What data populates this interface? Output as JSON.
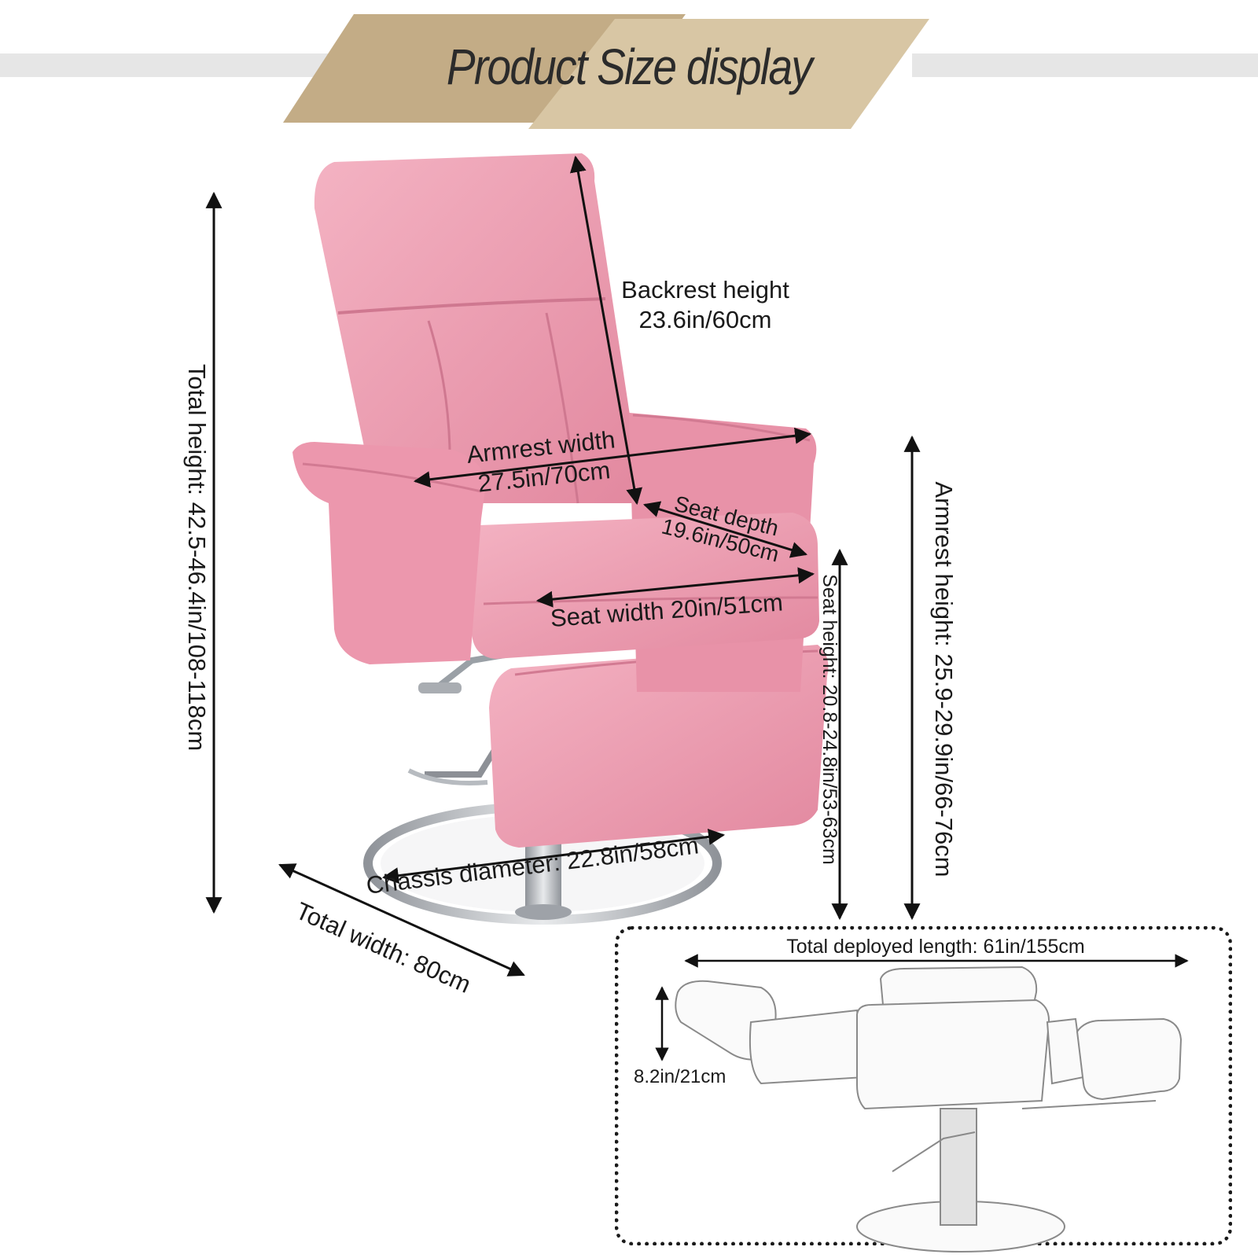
{
  "banner": {
    "title": "Product Size display",
    "colors": {
      "dark": "#c3ac86",
      "light": "#d8c6a4",
      "band": "#e6e6e6"
    }
  },
  "product": {
    "upholstery_color": "#ee9db1",
    "metal_color": "#b9bcc1"
  },
  "dimensions": {
    "backrest_height": {
      "label": "Backrest height",
      "value": "23.6in/60cm"
    },
    "total_height": "Total height: 42.5-46.4in/108-118cm",
    "armrest_width": {
      "label": "Armrest width",
      "value": "27.5in/70cm"
    },
    "seat_depth": {
      "label": "Seat depth",
      "value": "19.6in/50cm"
    },
    "seat_width": "Seat width 20in/51cm",
    "seat_height": "Seat height: 20.8-24.8in/53-63cm",
    "armrest_height": "Armrest height: 25.9-29.9in/66-76cm",
    "chassis_diameter": "Chassis diameter: 22.8in/58cm",
    "total_width": "Total width: 80cm"
  },
  "deployed": {
    "total_length": "Total deployed length: 61in/155cm",
    "thickness": "8.2in/21cm"
  }
}
